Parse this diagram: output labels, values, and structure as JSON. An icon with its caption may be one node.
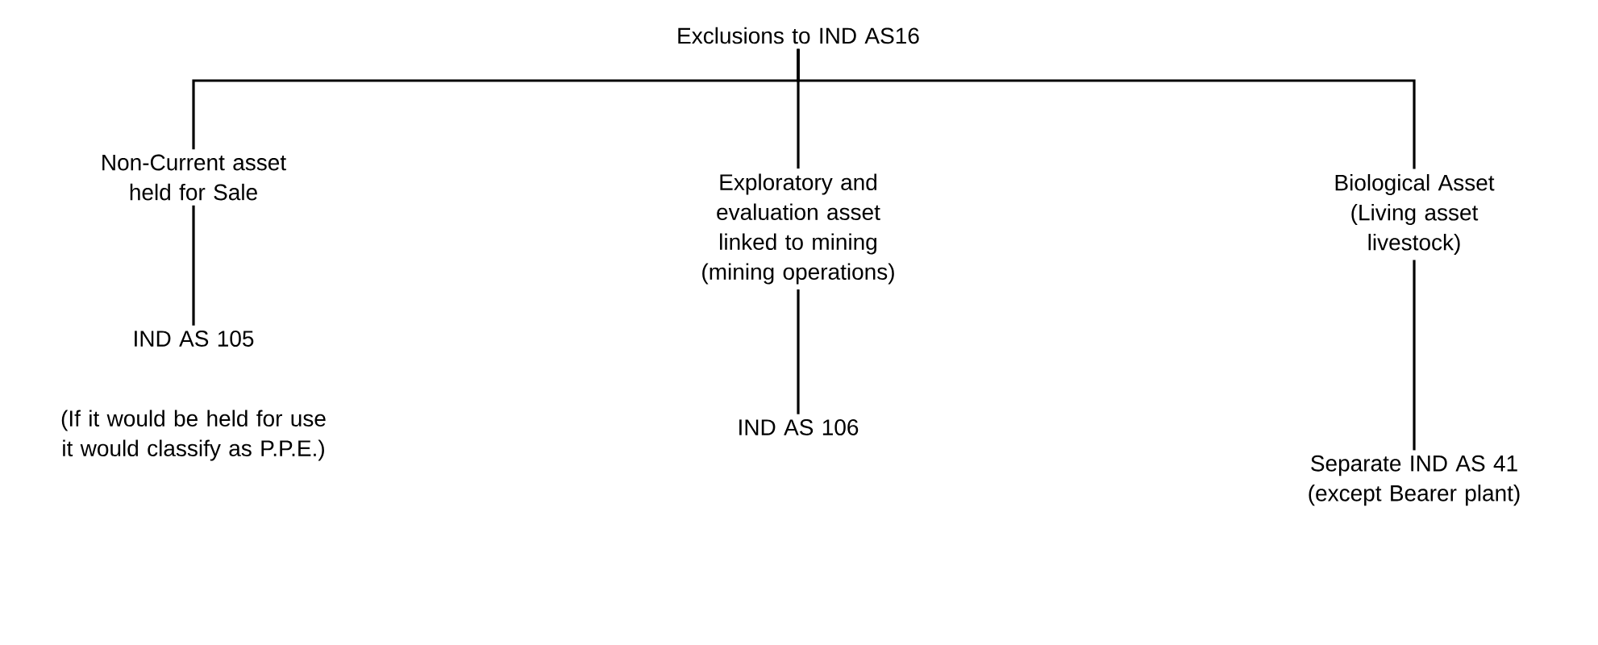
{
  "diagram": {
    "nodes": [
      {
        "text": [
          "Exclusions to IND AS16"
        ]
      },
      {
        "text": [
          "Non-Current asset held for Sale"
        ]
      },
      {
        "text": [
          "Exploratory and evaluation asset linked to mining (mining operations)"
        ]
      },
      {
        "text": [
          "Biological Asset (Living asset livestock)"
        ]
      },
      {
        "text": [
          "IND AS 105"
        ],
        "beside": [
          "(If it would be held for use it would classify as P.P.E.)"
        ]
      },
      {
        "text": [
          "IND AS 106"
        ]
      },
      {
        "text": [
          "Separate IND AS 41 (except Bearer plant)"
        ]
      }
    ],
    "edges": [
      {
        "from": 0,
        "to": 1,
        "arrow": "none"
      },
      {
        "from": 0,
        "to": 2,
        "arrow": "none"
      },
      {
        "from": 0,
        "to": 3,
        "arrow": "none"
      },
      {
        "from": 1,
        "to": 4,
        "arrow": "none"
      },
      {
        "from": 2,
        "to": 5,
        "arrow": "none"
      },
      {
        "from": 3,
        "to": 6,
        "arrow": "none"
      }
    ]
  }
}
